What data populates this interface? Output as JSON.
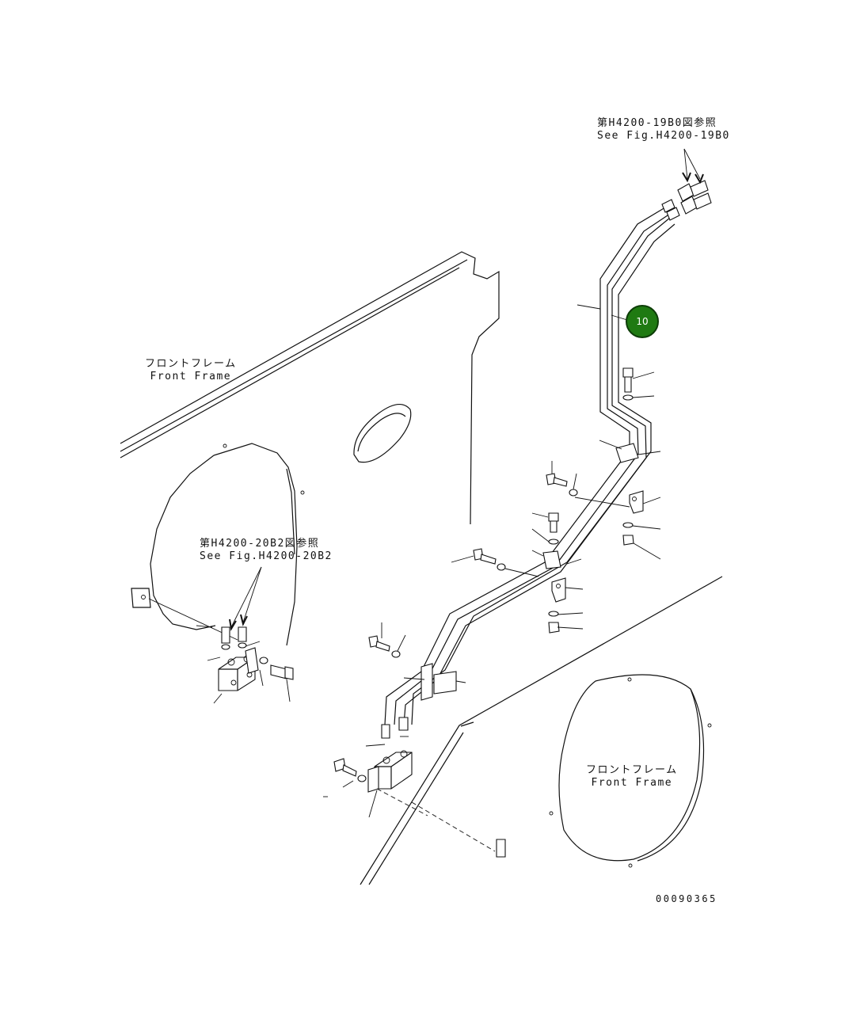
{
  "references": {
    "top": {
      "jp": "第H4200-19B0図参照",
      "en": "See Fig.H4200-19B0"
    },
    "left": {
      "jp": "第H4200-20B2図参照",
      "en": "See Fig.H4200-20B2"
    }
  },
  "frame_labels": [
    {
      "jp": "フロントフレーム",
      "en": "Front Frame"
    },
    {
      "jp": "フロントフレーム",
      "en": "Front Frame"
    }
  ],
  "callout": {
    "number": "10",
    "color": "#1f7a12"
  },
  "document_number": "00090365"
}
